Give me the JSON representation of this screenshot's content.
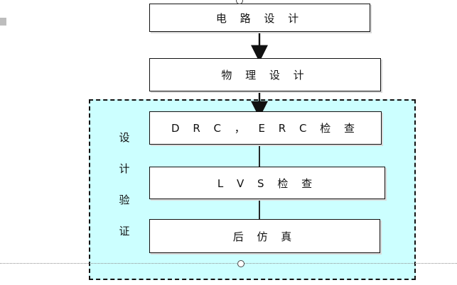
{
  "diagram": {
    "nodes": [
      {
        "id": "circuit_design",
        "label": "电 路 设 计"
      },
      {
        "id": "physical_design",
        "label": "物 理 设 计"
      },
      {
        "id": "drc_erc_check",
        "label": "D R C ， E R C 检 查"
      },
      {
        "id": "lvs_check",
        "label": "L V S 检 查"
      },
      {
        "id": "post_simulation",
        "label": "后 仿 真"
      }
    ],
    "verification_group": {
      "label_chars": [
        "设",
        "计",
        "验",
        "证"
      ]
    }
  },
  "colors": {
    "verification_fill": "#ccffff",
    "stroke": "#111111",
    "box_fill": "#ffffff"
  }
}
